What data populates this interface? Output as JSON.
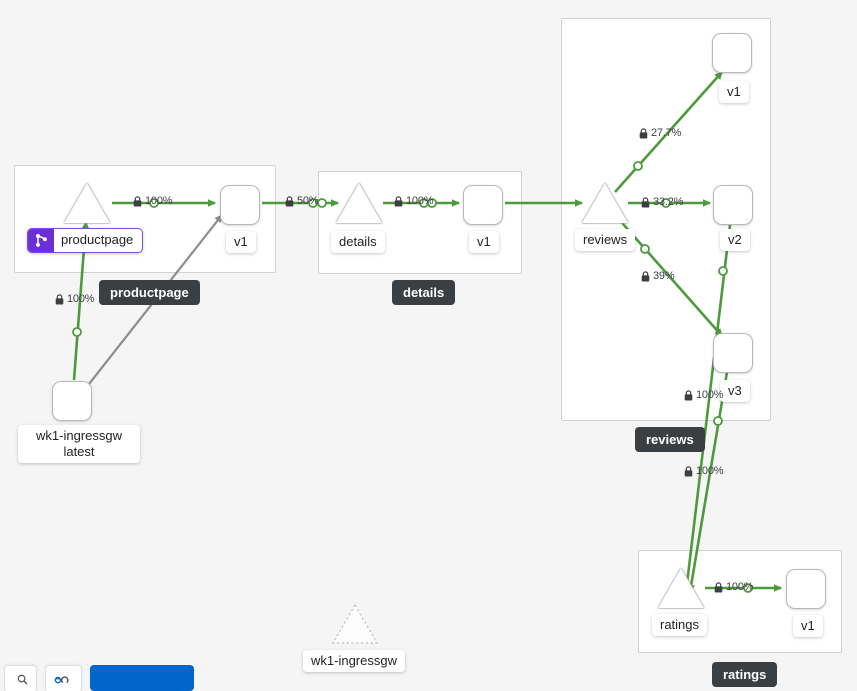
{
  "graph": {
    "type": "service-mesh-topology",
    "background_color": "#f5f5f5",
    "healthy_edge_color": "#4d9a3d",
    "idle_edge_color": "#8a8d90",
    "groups": [
      {
        "id": "productpage",
        "tag": "productpage"
      },
      {
        "id": "details",
        "tag": "details"
      },
      {
        "id": "reviews",
        "tag": "reviews"
      },
      {
        "id": "ratings",
        "tag": "ratings"
      }
    ],
    "nodes": [
      {
        "id": "ingressgw",
        "label": "wk1-ingressgw",
        "sublabel": "latest",
        "shape": "workload"
      },
      {
        "id": "productpage-svc",
        "label": "productpage",
        "shape": "service",
        "badge": "workflow-icon",
        "badge_color": "#6b2fd6"
      },
      {
        "id": "productpage-v1",
        "label": "v1",
        "shape": "workload"
      },
      {
        "id": "details-svc",
        "label": "details",
        "shape": "service"
      },
      {
        "id": "details-v1",
        "label": "v1",
        "shape": "workload"
      },
      {
        "id": "reviews-svc",
        "label": "reviews",
        "shape": "service"
      },
      {
        "id": "reviews-v1",
        "label": "v1",
        "shape": "workload"
      },
      {
        "id": "reviews-v2",
        "label": "v2",
        "shape": "workload"
      },
      {
        "id": "reviews-v3",
        "label": "v3",
        "shape": "workload"
      },
      {
        "id": "ratings-svc",
        "label": "ratings",
        "shape": "service"
      },
      {
        "id": "ratings-v1",
        "label": "v1",
        "shape": "workload"
      },
      {
        "id": "ingressgw-ghost",
        "label": "wk1-ingressgw",
        "shape": "service-ghost"
      }
    ],
    "edges": [
      {
        "from": "ingressgw",
        "to": "productpage-svc",
        "pct": "100%",
        "secured": true,
        "color": "healthy"
      },
      {
        "from": "ingressgw",
        "to": "productpage-v1",
        "pct": "",
        "secured": false,
        "color": "idle"
      },
      {
        "from": "productpage-svc",
        "to": "productpage-v1",
        "pct": "100%",
        "secured": true,
        "color": "healthy"
      },
      {
        "from": "productpage-v1",
        "to": "details-svc",
        "pct": "50%",
        "secured": true,
        "color": "healthy"
      },
      {
        "from": "details-svc",
        "to": "details-v1",
        "pct": "100%",
        "secured": true,
        "color": "healthy"
      },
      {
        "from": "details-v1",
        "to": "reviews-svc",
        "pct": "",
        "secured": false,
        "color": "healthy"
      },
      {
        "from": "reviews-svc",
        "to": "reviews-v1",
        "pct": "27.7%",
        "secured": true,
        "color": "healthy"
      },
      {
        "from": "reviews-svc",
        "to": "reviews-v2",
        "pct": "33.2%",
        "secured": true,
        "color": "healthy"
      },
      {
        "from": "reviews-svc",
        "to": "reviews-v3",
        "pct": "39%",
        "secured": true,
        "color": "healthy"
      },
      {
        "from": "reviews-v3",
        "to": "ratings-svc",
        "pct": "100%",
        "secured": true,
        "color": "healthy"
      },
      {
        "from": "reviews-v2",
        "to": "ratings-svc",
        "pct": "100%",
        "secured": true,
        "color": "healthy"
      },
      {
        "from": "ratings-svc",
        "to": "ratings-v1",
        "pct": "100%",
        "secured": true,
        "color": "healthy"
      }
    ]
  },
  "labels": {
    "ingressgw_line1": "wk1-ingressgw",
    "ingressgw_line2": "latest",
    "productpage": "productpage",
    "details": "details",
    "reviews": "reviews",
    "ratings": "ratings",
    "v1": "v1",
    "v2": "v2",
    "v3": "v3",
    "ghost_ingressgw": "wk1-ingressgw"
  },
  "group_tags": {
    "productpage": "productpage",
    "details": "details",
    "reviews": "reviews",
    "ratings": "ratings"
  },
  "edge_percents": {
    "ingress_to_productpage": "100%",
    "productpage_to_v1": "100%",
    "productpage_to_details": "50%",
    "details_to_v1": "100%",
    "reviews_to_v1": "27.7%",
    "reviews_to_v2": "33.2%",
    "reviews_to_v3": "39%",
    "reviews_v3_to_ratings": "100%",
    "ratings_to_v1": "100%"
  },
  "toolbar": {
    "zoom_label": "",
    "legend_label": "",
    "primary_label": ""
  }
}
